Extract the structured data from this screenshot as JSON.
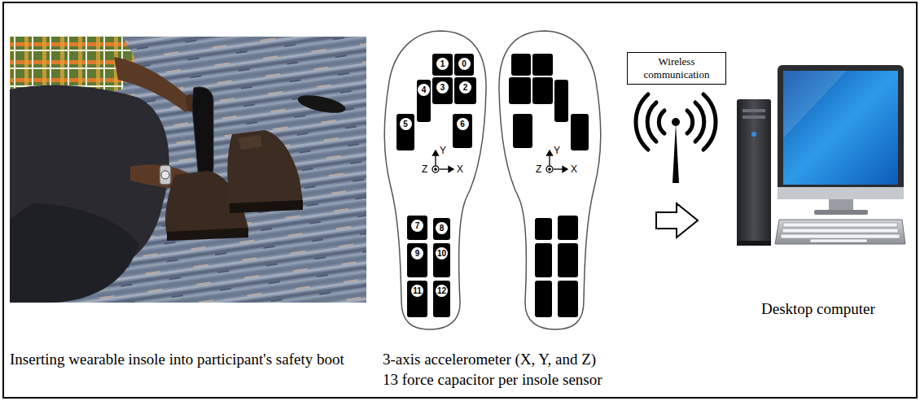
{
  "diagram": {
    "nodes": [
      {
        "text": [
          "0"
        ]
      },
      {
        "text": [
          "1"
        ]
      },
      {
        "text": [
          "2"
        ]
      },
      {
        "text": [
          "3"
        ]
      },
      {
        "text": [
          "4"
        ]
      },
      {
        "text": [
          "5"
        ]
      },
      {
        "text": [
          "6"
        ]
      },
      {
        "text": [
          "7"
        ]
      },
      {
        "text": [
          "8"
        ]
      },
      {
        "text": [
          "9"
        ]
      },
      {
        "text": [
          "10"
        ]
      },
      {
        "text": [
          "11"
        ]
      },
      {
        "text": [
          "12"
        ]
      },
      {
        "text": [
          "Wireless communication"
        ]
      }
    ],
    "labels": [
      "Y",
      "Z",
      "X",
      "Y",
      "Z",
      "X",
      "Inserting wearable insole into participant's safety boot",
      "3-axis accelerometer (X, Y, and Z)",
      "13 force capacitor per insole sensor",
      "Desktop computer"
    ]
  }
}
